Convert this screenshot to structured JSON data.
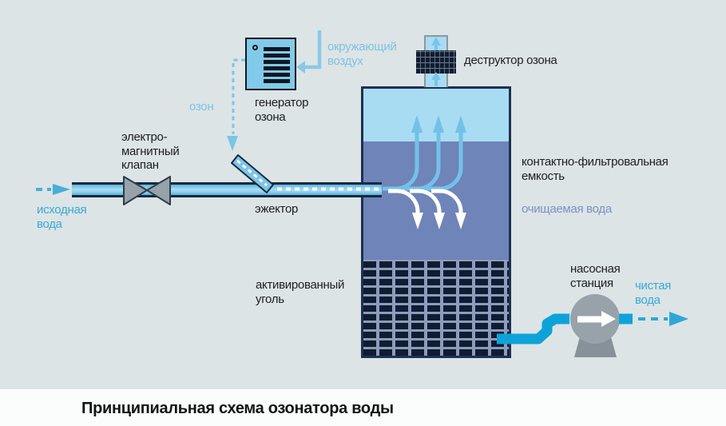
{
  "title": "Принципиальная схема озонатора воды",
  "labels": {
    "ambient_air": "окружающий\nвоздух",
    "ozone_destructor": "деструктор озона",
    "ozone_generator": "генератор\nозона",
    "ozone": "озон",
    "solenoid_valve": "электро-\nмагнитный\nклапан",
    "source_water": "исходная\nвода",
    "ejector": "эжектор",
    "contact_filter_tank": "контактно-фильтровальная\nемкость",
    "treated_water": "очищаемая вода",
    "activated_carbon": "активированный\nуголь",
    "pump_station": "насосная\nстанция",
    "clean_water": "чистая\nвода"
  },
  "colors": {
    "background": "#dce4e6",
    "footer_background": "#fbfcfc",
    "pipe_fill": "#8fd0ec",
    "pipe_border": "#15293f",
    "bright_pipe": "#0da3d9",
    "tank_air": "#a8dcf2",
    "tank_water": "#6f84b8",
    "carbon_brick": "#101c30",
    "metal_gray": "#98a2ab",
    "light_blue_text": "#7fc3e2",
    "cyan_text": "#39a9d3",
    "treated_water_text": "#7b90c3",
    "black_text": "#1e1e1e"
  }
}
